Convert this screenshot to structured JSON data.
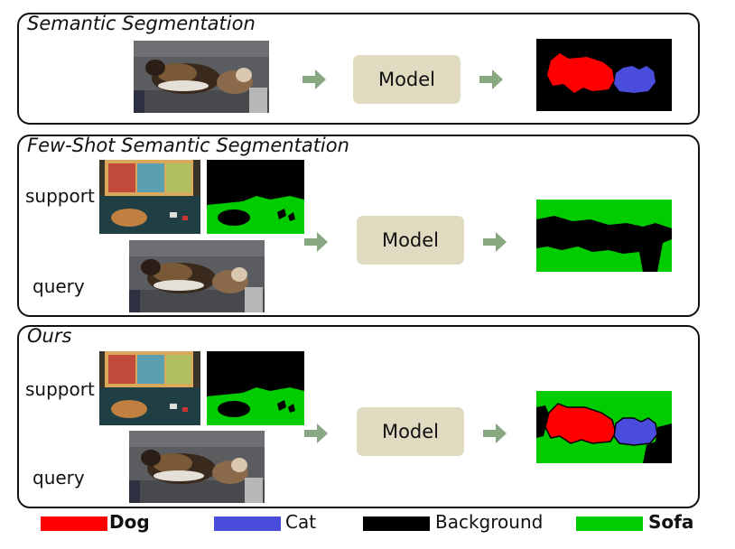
{
  "panels": [
    {
      "title": "Semantic Segmentation",
      "model_label": "Model"
    },
    {
      "title": "Few-Shot Semantic Segmentation",
      "model_label": "Model",
      "support_label": "support",
      "query_label": "query"
    },
    {
      "title": "Ours",
      "model_label": "Model",
      "support_label": "support",
      "query_label": "query"
    }
  ],
  "legend": [
    {
      "label": "Dog",
      "color": "#ff0000",
      "bold": true
    },
    {
      "label": "Cat",
      "color": "#4a4cdc",
      "bold": false
    },
    {
      "label": "Background",
      "color": "#000000",
      "bold": false
    },
    {
      "label": "Sofa",
      "color": "#00cc00",
      "bold": true
    }
  ],
  "colors": {
    "model_box": "#e0dac1",
    "arrow": "#88a882",
    "dog": "#ff0000",
    "cat": "#4a4cdc",
    "sofa": "#00cc00",
    "background": "#000000"
  }
}
